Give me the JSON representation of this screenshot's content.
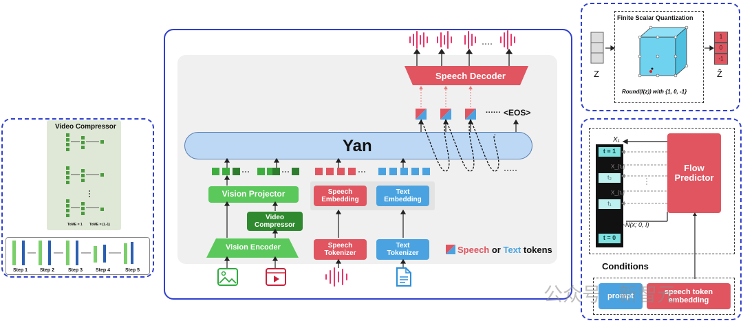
{
  "left": {
    "title": "Video Compressor",
    "tome_labels": [
      "ToME = 1",
      "ToME = (L-1)"
    ],
    "steps": [
      "Step 1",
      "Step 2",
      "Step 3",
      "Step 4",
      "Step 5"
    ]
  },
  "center": {
    "yan_label": "Yan",
    "speech_decoder": "Speech Decoder",
    "eos": "<EOS>",
    "vision_projector": "Vision Projector",
    "video_compressor": "Video\nCompressor",
    "vision_encoder": "Vision Encoder",
    "speech_embedding": "Speech\nEmbedding",
    "text_embedding": "Text\nEmbedding",
    "speech_tokenizer": "Speech\nTokenizer",
    "text_tokenizer": "Text\nTokenizer",
    "legend": {
      "speech": "Speech",
      "or": " or ",
      "text": "Text",
      "tokens": " tokens"
    },
    "dots": "······"
  },
  "fsq": {
    "title": "Finite Scalar Quantization",
    "z": "Z",
    "zhat": "Ẑ",
    "formula": "Round(f(z)) with {1, 0, -1}",
    "values": [
      "1",
      "0",
      "-1"
    ]
  },
  "flow": {
    "predictor": "Flow\nPredictor",
    "x1": "X₁",
    "t1": "t = 1",
    "t0": "t = 0",
    "t2": "t₂",
    "t1s": "t₁",
    "xt2": "X_{t₂}",
    "xt1": "X_{t₁}",
    "x0": "X₀~N(x; 0, I)",
    "conditions": "Conditions",
    "prompt": "prompt",
    "speech_token_embedding": "speech token\nembedding"
  },
  "watermark": "公众号 · 新智元",
  "colors": {
    "blue_frame": "#2f3fd0",
    "green": "#5ac85a",
    "red": "#e05560",
    "blue": "#4aa3e0",
    "yan": "#bcd8f5"
  }
}
